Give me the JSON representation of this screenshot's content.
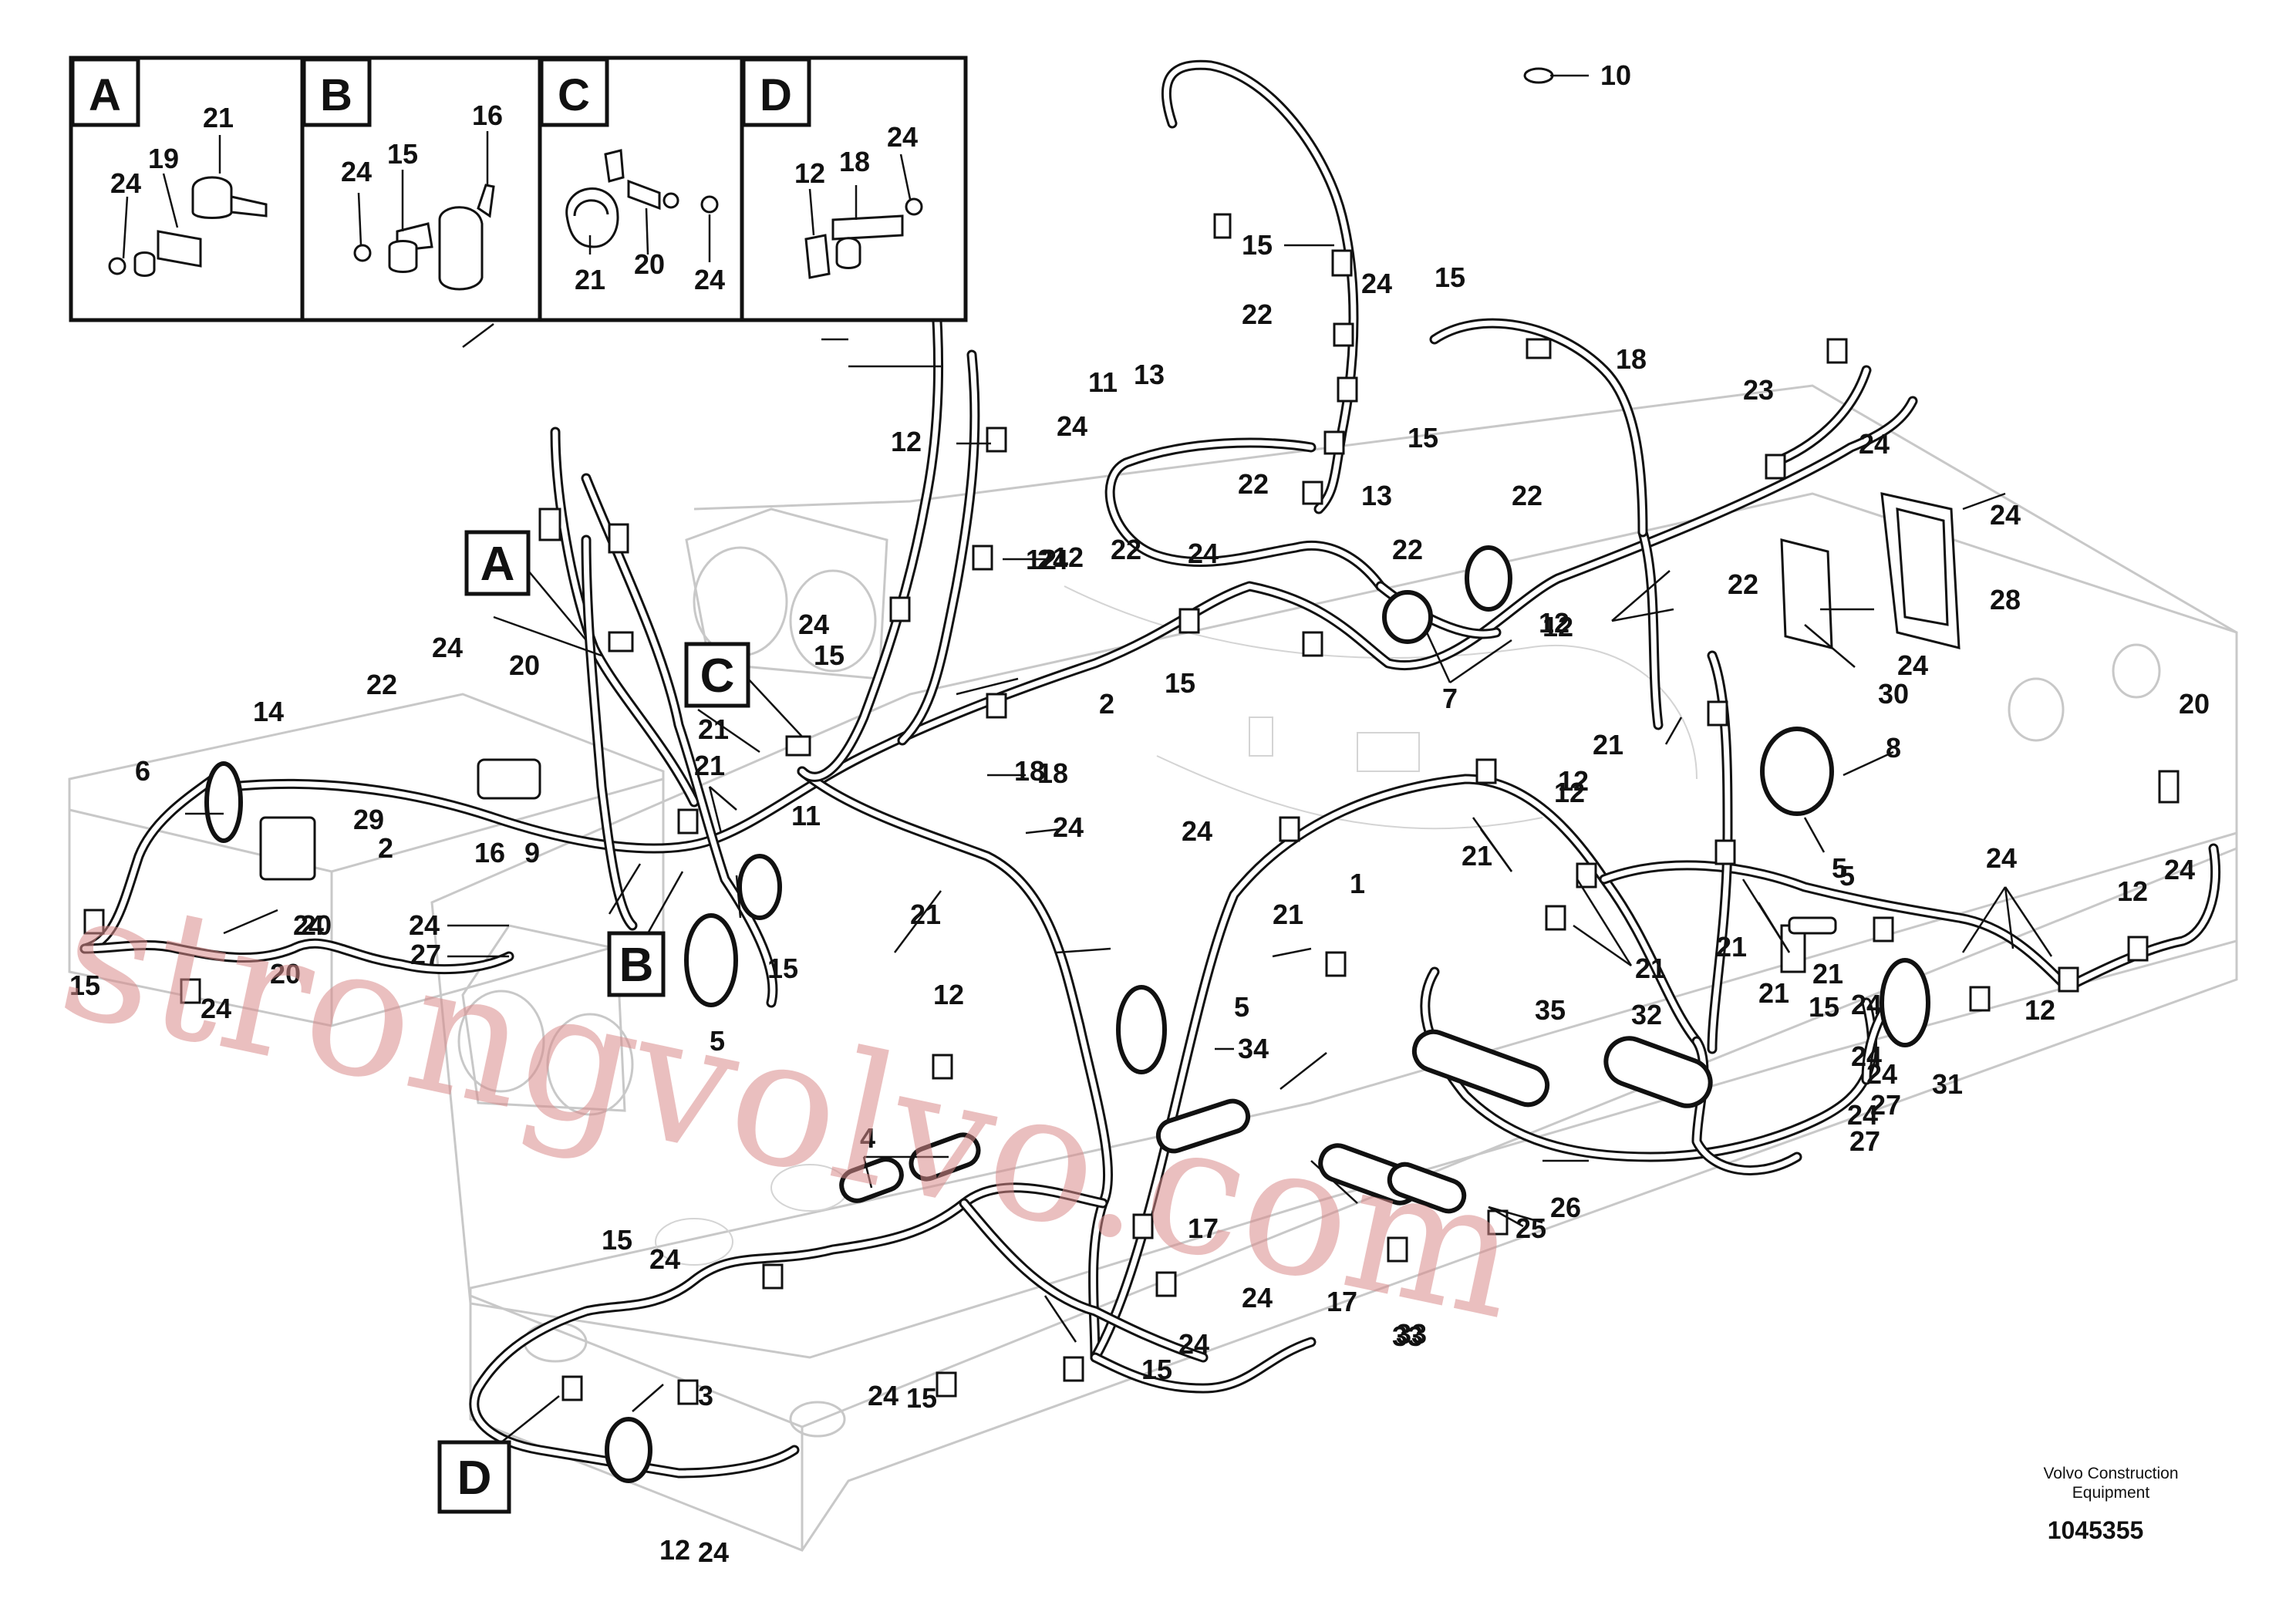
{
  "inset_panels": [
    {
      "letter": "A",
      "labels": [
        "21",
        "19",
        "24"
      ]
    },
    {
      "letter": "B",
      "labels": [
        "16",
        "15",
        "24"
      ]
    },
    {
      "letter": "C",
      "labels": [
        "21",
        "20",
        "24"
      ]
    },
    {
      "letter": "D",
      "labels": [
        "24",
        "12",
        "18"
      ]
    }
  ],
  "view_markers": [
    "A",
    "B",
    "C",
    "D"
  ],
  "callouts": [
    "10",
    "15",
    "24",
    "15",
    "18",
    "22",
    "23",
    "24",
    "12",
    "11",
    "13",
    "24",
    "12",
    "22",
    "24",
    "22",
    "15",
    "24",
    "13",
    "22",
    "12",
    "22",
    "24",
    "28",
    "2",
    "24",
    "15",
    "15",
    "12",
    "7",
    "22",
    "12",
    "30",
    "24",
    "24",
    "20",
    "22",
    "14",
    "20",
    "21",
    "6",
    "16",
    "9",
    "29",
    "2",
    "24",
    "20",
    "24",
    "27",
    "11",
    "18",
    "24",
    "21",
    "21",
    "1",
    "21",
    "8",
    "12",
    "5",
    "24",
    "12",
    "21",
    "21",
    "21",
    "12",
    "24",
    "20",
    "24",
    "12",
    "5",
    "21",
    "21",
    "24",
    "12",
    "5",
    "5",
    "15",
    "18",
    "24",
    "15",
    "35",
    "32",
    "24",
    "27",
    "31",
    "21",
    "15",
    "24",
    "34",
    "4",
    "17",
    "33",
    "26",
    "25",
    "27",
    "24",
    "15",
    "24",
    "33",
    "17",
    "24",
    "3",
    "15",
    "24",
    "15",
    "24",
    "12",
    "24"
  ],
  "credit": {
    "line1": "Volvo Construction",
    "line2": "Equipment",
    "doc_number": "1045355"
  },
  "watermark": "strongvolvo.com"
}
